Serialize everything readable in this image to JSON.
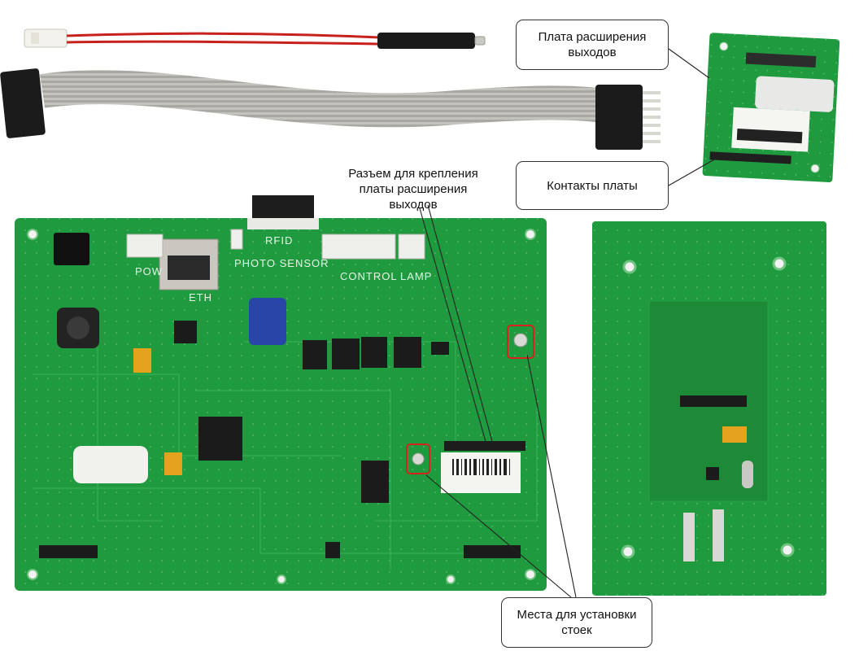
{
  "callouts": {
    "expansion_board": "Плата расширения выходов",
    "board_contacts": "Контакты платы",
    "connector": "Разъем для крепления платы расширения выходов",
    "standoff_places": "Места для установки стоек"
  },
  "silkscreen": {
    "rfid": "RFID",
    "photo_sensor": "PHOTO SENSOR",
    "control": "CONTROL",
    "lamp": "LAMP",
    "pow": "POW",
    "eth": "ETH"
  },
  "colors": {
    "pcb_green": "#1f9a3e",
    "pcb_dark": "#15772d",
    "callout_border": "#333333",
    "highlight_red": "#d9221c",
    "wire_red": "#c8201c",
    "ribbon_gray": "#b9b7b2"
  }
}
